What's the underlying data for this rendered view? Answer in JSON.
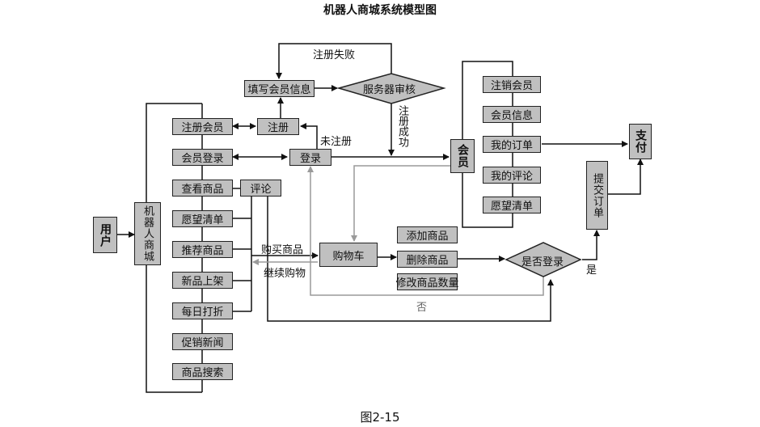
{
  "title": "机器人商城系统模型图",
  "caption": "图2-15",
  "nodes": {
    "user": "用户",
    "mall": "机器人商城",
    "register_member": "注册会员",
    "member_login": "会员登录",
    "view_products": "查看商品",
    "wishlist": "愿望清单",
    "recommended": "推荐商品",
    "new_arrivals": "新品上架",
    "daily_discount": "每日打折",
    "promo_news": "促销新闻",
    "product_search": "商品搜索",
    "fill_info": "填写会员信息",
    "server_review": "服务器审核",
    "register": "注册",
    "login": "登录",
    "comment": "评论",
    "cart": "购物车",
    "add_product": "添加商品",
    "delete_product": "删除商品",
    "modify_quantity": "修改商品数量",
    "is_logged_in": "是否登录",
    "member": "会员",
    "cancel_member": "注销会员",
    "member_info": "会员信息",
    "my_orders": "我的订单",
    "my_comments": "我的评论",
    "member_wishlist": "愿望清单",
    "submit_order": "提交订单",
    "pay": "支付"
  },
  "edge_labels": {
    "register_failed": "注册失败",
    "register_success": "注册成功",
    "not_registered": "未注册",
    "buy_products": "购买商品",
    "continue_shopping": "继续购物",
    "no": "否",
    "yes": "是"
  },
  "colors": {
    "box_fill": "#c0c0c0",
    "line": "#111111",
    "gray_line": "#9a9a9a"
  }
}
